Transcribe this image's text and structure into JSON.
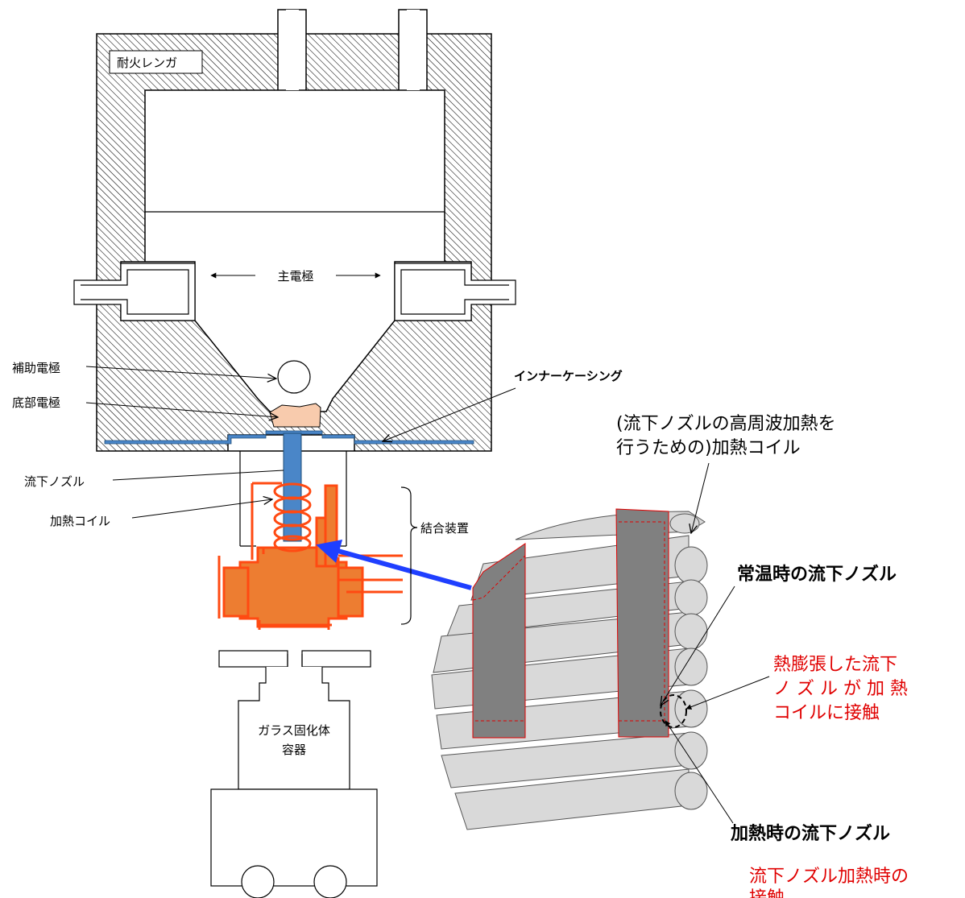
{
  "labels": {
    "refractory_brick": "耐火レンガ",
    "main_electrode": "主電極",
    "aux_electrode": "補助電極",
    "bottom_electrode": "底部電極",
    "inner_casing": "インナーケーシング",
    "nozzle": "流下ノズル",
    "heating_coil": "加熱コイル",
    "coupling_device": "結合装置",
    "container_line1": "ガラス固化体",
    "container_line2": "容器",
    "coil_note_line1": "(流下ノズルの高周波加熱を",
    "coil_note_line2": "行うための)加熱コイル",
    "room_temp_nozzle": "常温時の流下ノズル",
    "heated_nozzle": "加熱時の流下ノズル",
    "contact_line1": "熱膨張した流下",
    "contact_line2": "ノ ズ ル が 加 熱",
    "contact_line3": "コイルに接触",
    "caption_line1": "流下ノズル加熱時の",
    "caption_line2": "接触"
  },
  "colors": {
    "hatch": "#000000",
    "casing": "#4a86c8",
    "nozzle": "#4a86c8",
    "coil": "#ff4a12",
    "coupling_fill": "#ed7d31",
    "bottom_electrode": "#f8cbad",
    "arrow": "#1f3fff",
    "coil_tube": "#d9d9d9",
    "nozzle_wall": "#808080",
    "red_text": "#e00000"
  }
}
